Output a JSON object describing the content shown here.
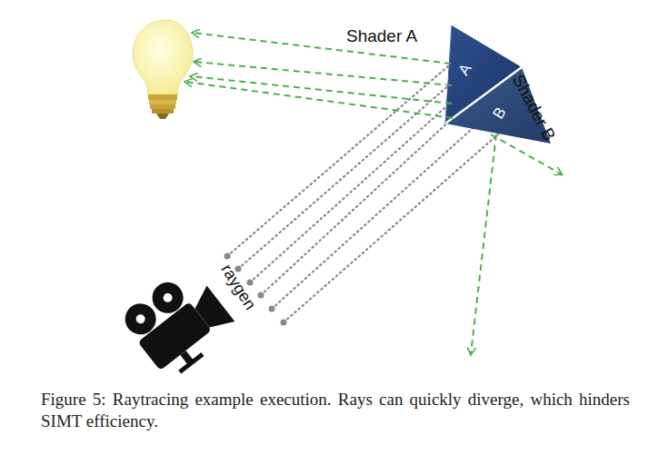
{
  "diagram": {
    "caption": "Figure 5: Raytracing example execution. Rays can quickly diverge, which hinders SIMT efficiency.",
    "labels": [
      "Shader A",
      "Shader B",
      "A",
      "B",
      "raygen"
    ]
  }
}
